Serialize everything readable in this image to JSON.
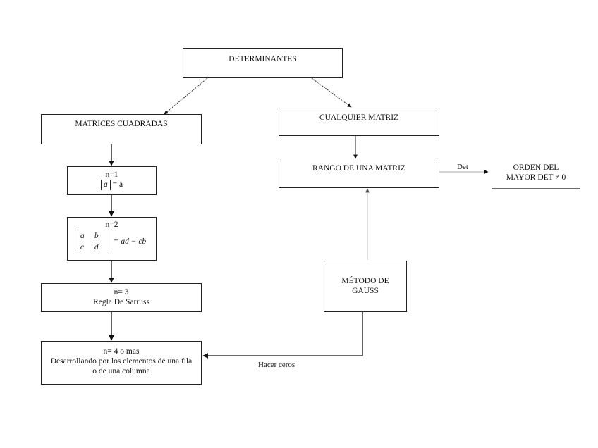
{
  "diagram": {
    "title": "Determinantes concept map",
    "nodes": {
      "root": {
        "label": "DETERMINANTES"
      },
      "square": {
        "label": "MATRICES CUADRADAS"
      },
      "n1": {
        "title": "n=1",
        "formula_inner": "a",
        "formula_rhs": "= a"
      },
      "n2": {
        "title": "n=2",
        "m11": "a",
        "m12": "b",
        "m21": "c",
        "m22": "d",
        "formula_rhs": "= ad − cb"
      },
      "n3": {
        "title": "n= 3",
        "subtitle": "Regla De Sarruss"
      },
      "n4": {
        "title": "n= 4 o mas",
        "line1": "Desarrollando por los elementos de una fila",
        "line2": "o de una columna"
      },
      "any": {
        "label": "CUALQUIER MATRIZ"
      },
      "rank": {
        "label": "RANGO DE UNA MATRIZ"
      },
      "order": {
        "line1": "ORDEN DEL",
        "line2": "MAYOR DET ≠ 0"
      },
      "gauss": {
        "line1": "MÉTODO DE",
        "line2": "GAUSS"
      }
    },
    "edges": [
      {
        "from": "root",
        "to": "square",
        "label": ""
      },
      {
        "from": "root",
        "to": "any",
        "label": ""
      },
      {
        "from": "square",
        "to": "n1",
        "label": ""
      },
      {
        "from": "n1",
        "to": "n2",
        "label": ""
      },
      {
        "from": "n2",
        "to": "n3",
        "label": ""
      },
      {
        "from": "n3",
        "to": "n4",
        "label": ""
      },
      {
        "from": "any",
        "to": "rank",
        "label": ""
      },
      {
        "from": "rank",
        "to": "order",
        "label": "Det"
      },
      {
        "from": "gauss",
        "to": "rank",
        "label": ""
      },
      {
        "from": "gauss",
        "to": "n4",
        "label": "Hacer ceros"
      }
    ],
    "edge_labels": {
      "det": "Det",
      "zeros": "Hacer ceros"
    }
  }
}
